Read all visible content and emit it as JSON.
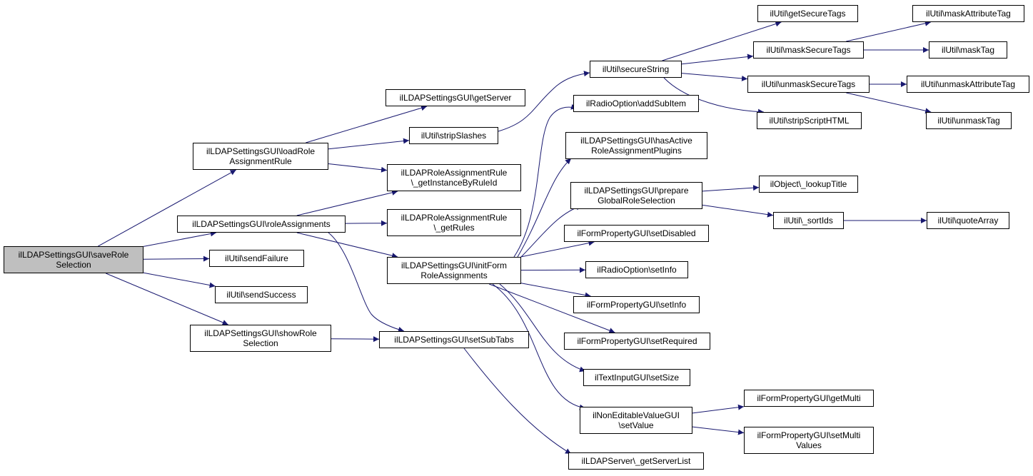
{
  "nodes": [
    {
      "id": "root",
      "lines": [
        "ilLDAPSettingsGUI\\saveRole",
        "Selection"
      ],
      "highlighted": true
    },
    {
      "id": "loadRoleAssignmentRule",
      "lines": [
        "ilLDAPSettingsGUI\\loadRole",
        "AssignmentRule"
      ]
    },
    {
      "id": "roleAssignments",
      "lines": [
        "ilLDAPSettingsGUI\\roleAssignments"
      ]
    },
    {
      "id": "sendFailure",
      "lines": [
        "ilUtil\\sendFailure"
      ]
    },
    {
      "id": "sendSuccess",
      "lines": [
        "ilUtil\\sendSuccess"
      ]
    },
    {
      "id": "showRoleSelection",
      "lines": [
        "ilLDAPSettingsGUI\\showRole",
        "Selection"
      ]
    },
    {
      "id": "getServer",
      "lines": [
        "ilLDAPSettingsGUI\\getServer"
      ]
    },
    {
      "id": "stripSlashes",
      "lines": [
        "ilUtil\\stripSlashes"
      ]
    },
    {
      "id": "getInstanceByRuleId",
      "lines": [
        "ilLDAPRoleAssignmentRule",
        "\\_getInstanceByRuleId"
      ]
    },
    {
      "id": "getRules",
      "lines": [
        "ilLDAPRoleAssignmentRule",
        "\\_getRules"
      ]
    },
    {
      "id": "initFormRoleAssignments",
      "lines": [
        "ilLDAPSettingsGUI\\initForm",
        "RoleAssignments"
      ]
    },
    {
      "id": "setSubTabs",
      "lines": [
        "ilLDAPSettingsGUI\\setSubTabs"
      ]
    },
    {
      "id": "secureString",
      "lines": [
        "ilUtil\\secureString"
      ]
    },
    {
      "id": "addSubItem",
      "lines": [
        "ilRadioOption\\addSubItem"
      ]
    },
    {
      "id": "hasActiveRoleAssignmentPlugins",
      "lines": [
        "ilLDAPSettingsGUI\\hasActive",
        "RoleAssignmentPlugins"
      ]
    },
    {
      "id": "prepareGlobalRoleSelection",
      "lines": [
        "ilLDAPSettingsGUI\\prepare",
        "GlobalRoleSelection"
      ]
    },
    {
      "id": "setDisabled",
      "lines": [
        "ilFormPropertyGUI\\setDisabled"
      ]
    },
    {
      "id": "radioSetInfo",
      "lines": [
        "ilRadioOption\\setInfo"
      ]
    },
    {
      "id": "formSetInfo",
      "lines": [
        "ilFormPropertyGUI\\setInfo"
      ]
    },
    {
      "id": "setRequired",
      "lines": [
        "ilFormPropertyGUI\\setRequired"
      ]
    },
    {
      "id": "setSize",
      "lines": [
        "ilTextInputGUI\\setSize"
      ]
    },
    {
      "id": "setValue",
      "lines": [
        "ilNonEditableValueGUI",
        "\\setValue"
      ]
    },
    {
      "id": "getServerList",
      "lines": [
        "ilLDAPServer\\_getServerList"
      ]
    },
    {
      "id": "getSecureTags",
      "lines": [
        "ilUtil\\getSecureTags"
      ]
    },
    {
      "id": "maskSecureTags",
      "lines": [
        "ilUtil\\maskSecureTags"
      ]
    },
    {
      "id": "unmaskSecureTags",
      "lines": [
        "ilUtil\\unmaskSecureTags"
      ]
    },
    {
      "id": "stripScriptHTML",
      "lines": [
        "ilUtil\\stripScriptHTML"
      ]
    },
    {
      "id": "lookupTitle",
      "lines": [
        "ilObject\\_lookupTitle"
      ]
    },
    {
      "id": "sortIds",
      "lines": [
        "ilUtil\\_sortIds"
      ]
    },
    {
      "id": "getMulti",
      "lines": [
        "ilFormPropertyGUI\\getMulti"
      ]
    },
    {
      "id": "setMultiValues",
      "lines": [
        "ilFormPropertyGUI\\setMulti",
        "Values"
      ]
    },
    {
      "id": "maskAttributeTag",
      "lines": [
        "ilUtil\\maskAttributeTag"
      ]
    },
    {
      "id": "maskTag",
      "lines": [
        "ilUtil\\maskTag"
      ]
    },
    {
      "id": "unmaskAttributeTag",
      "lines": [
        "ilUtil\\unmaskAttributeTag"
      ]
    },
    {
      "id": "unmaskTag",
      "lines": [
        "ilUtil\\unmaskTag"
      ]
    },
    {
      "id": "quoteArray",
      "lines": [
        "ilUtil\\quoteArray"
      ]
    }
  ],
  "edges": [
    [
      "root",
      "loadRoleAssignmentRule"
    ],
    [
      "root",
      "roleAssignments"
    ],
    [
      "root",
      "sendFailure"
    ],
    [
      "root",
      "sendSuccess"
    ],
    [
      "root",
      "showRoleSelection"
    ],
    [
      "loadRoleAssignmentRule",
      "getServer"
    ],
    [
      "loadRoleAssignmentRule",
      "stripSlashes"
    ],
    [
      "loadRoleAssignmentRule",
      "getInstanceByRuleId"
    ],
    [
      "roleAssignments",
      "getInstanceByRuleId"
    ],
    [
      "roleAssignments",
      "getRules"
    ],
    [
      "roleAssignments",
      "initFormRoleAssignments"
    ],
    [
      "roleAssignments",
      "setSubTabs"
    ],
    [
      "showRoleSelection",
      "setSubTabs"
    ],
    [
      "stripSlashes",
      "secureString"
    ],
    [
      "setSubTabs",
      "getServerList"
    ],
    [
      "initFormRoleAssignments",
      "addSubItem"
    ],
    [
      "initFormRoleAssignments",
      "hasActiveRoleAssignmentPlugins"
    ],
    [
      "initFormRoleAssignments",
      "prepareGlobalRoleSelection"
    ],
    [
      "initFormRoleAssignments",
      "setDisabled"
    ],
    [
      "initFormRoleAssignments",
      "radioSetInfo"
    ],
    [
      "initFormRoleAssignments",
      "formSetInfo"
    ],
    [
      "initFormRoleAssignments",
      "setRequired"
    ],
    [
      "initFormRoleAssignments",
      "setSize"
    ],
    [
      "initFormRoleAssignments",
      "setValue"
    ],
    [
      "secureString",
      "getSecureTags"
    ],
    [
      "secureString",
      "maskSecureTags"
    ],
    [
      "secureString",
      "unmaskSecureTags"
    ],
    [
      "secureString",
      "stripScriptHTML"
    ],
    [
      "maskSecureTags",
      "maskAttributeTag"
    ],
    [
      "maskSecureTags",
      "maskTag"
    ],
    [
      "unmaskSecureTags",
      "unmaskAttributeTag"
    ],
    [
      "unmaskSecureTags",
      "unmaskTag"
    ],
    [
      "prepareGlobalRoleSelection",
      "lookupTitle"
    ],
    [
      "prepareGlobalRoleSelection",
      "sortIds"
    ],
    [
      "sortIds",
      "quoteArray"
    ],
    [
      "setValue",
      "getMulti"
    ],
    [
      "setValue",
      "setMultiValues"
    ]
  ],
  "colors": {
    "edge": "#191970",
    "node_border": "#000000",
    "highlight": "#bfbfbf"
  }
}
